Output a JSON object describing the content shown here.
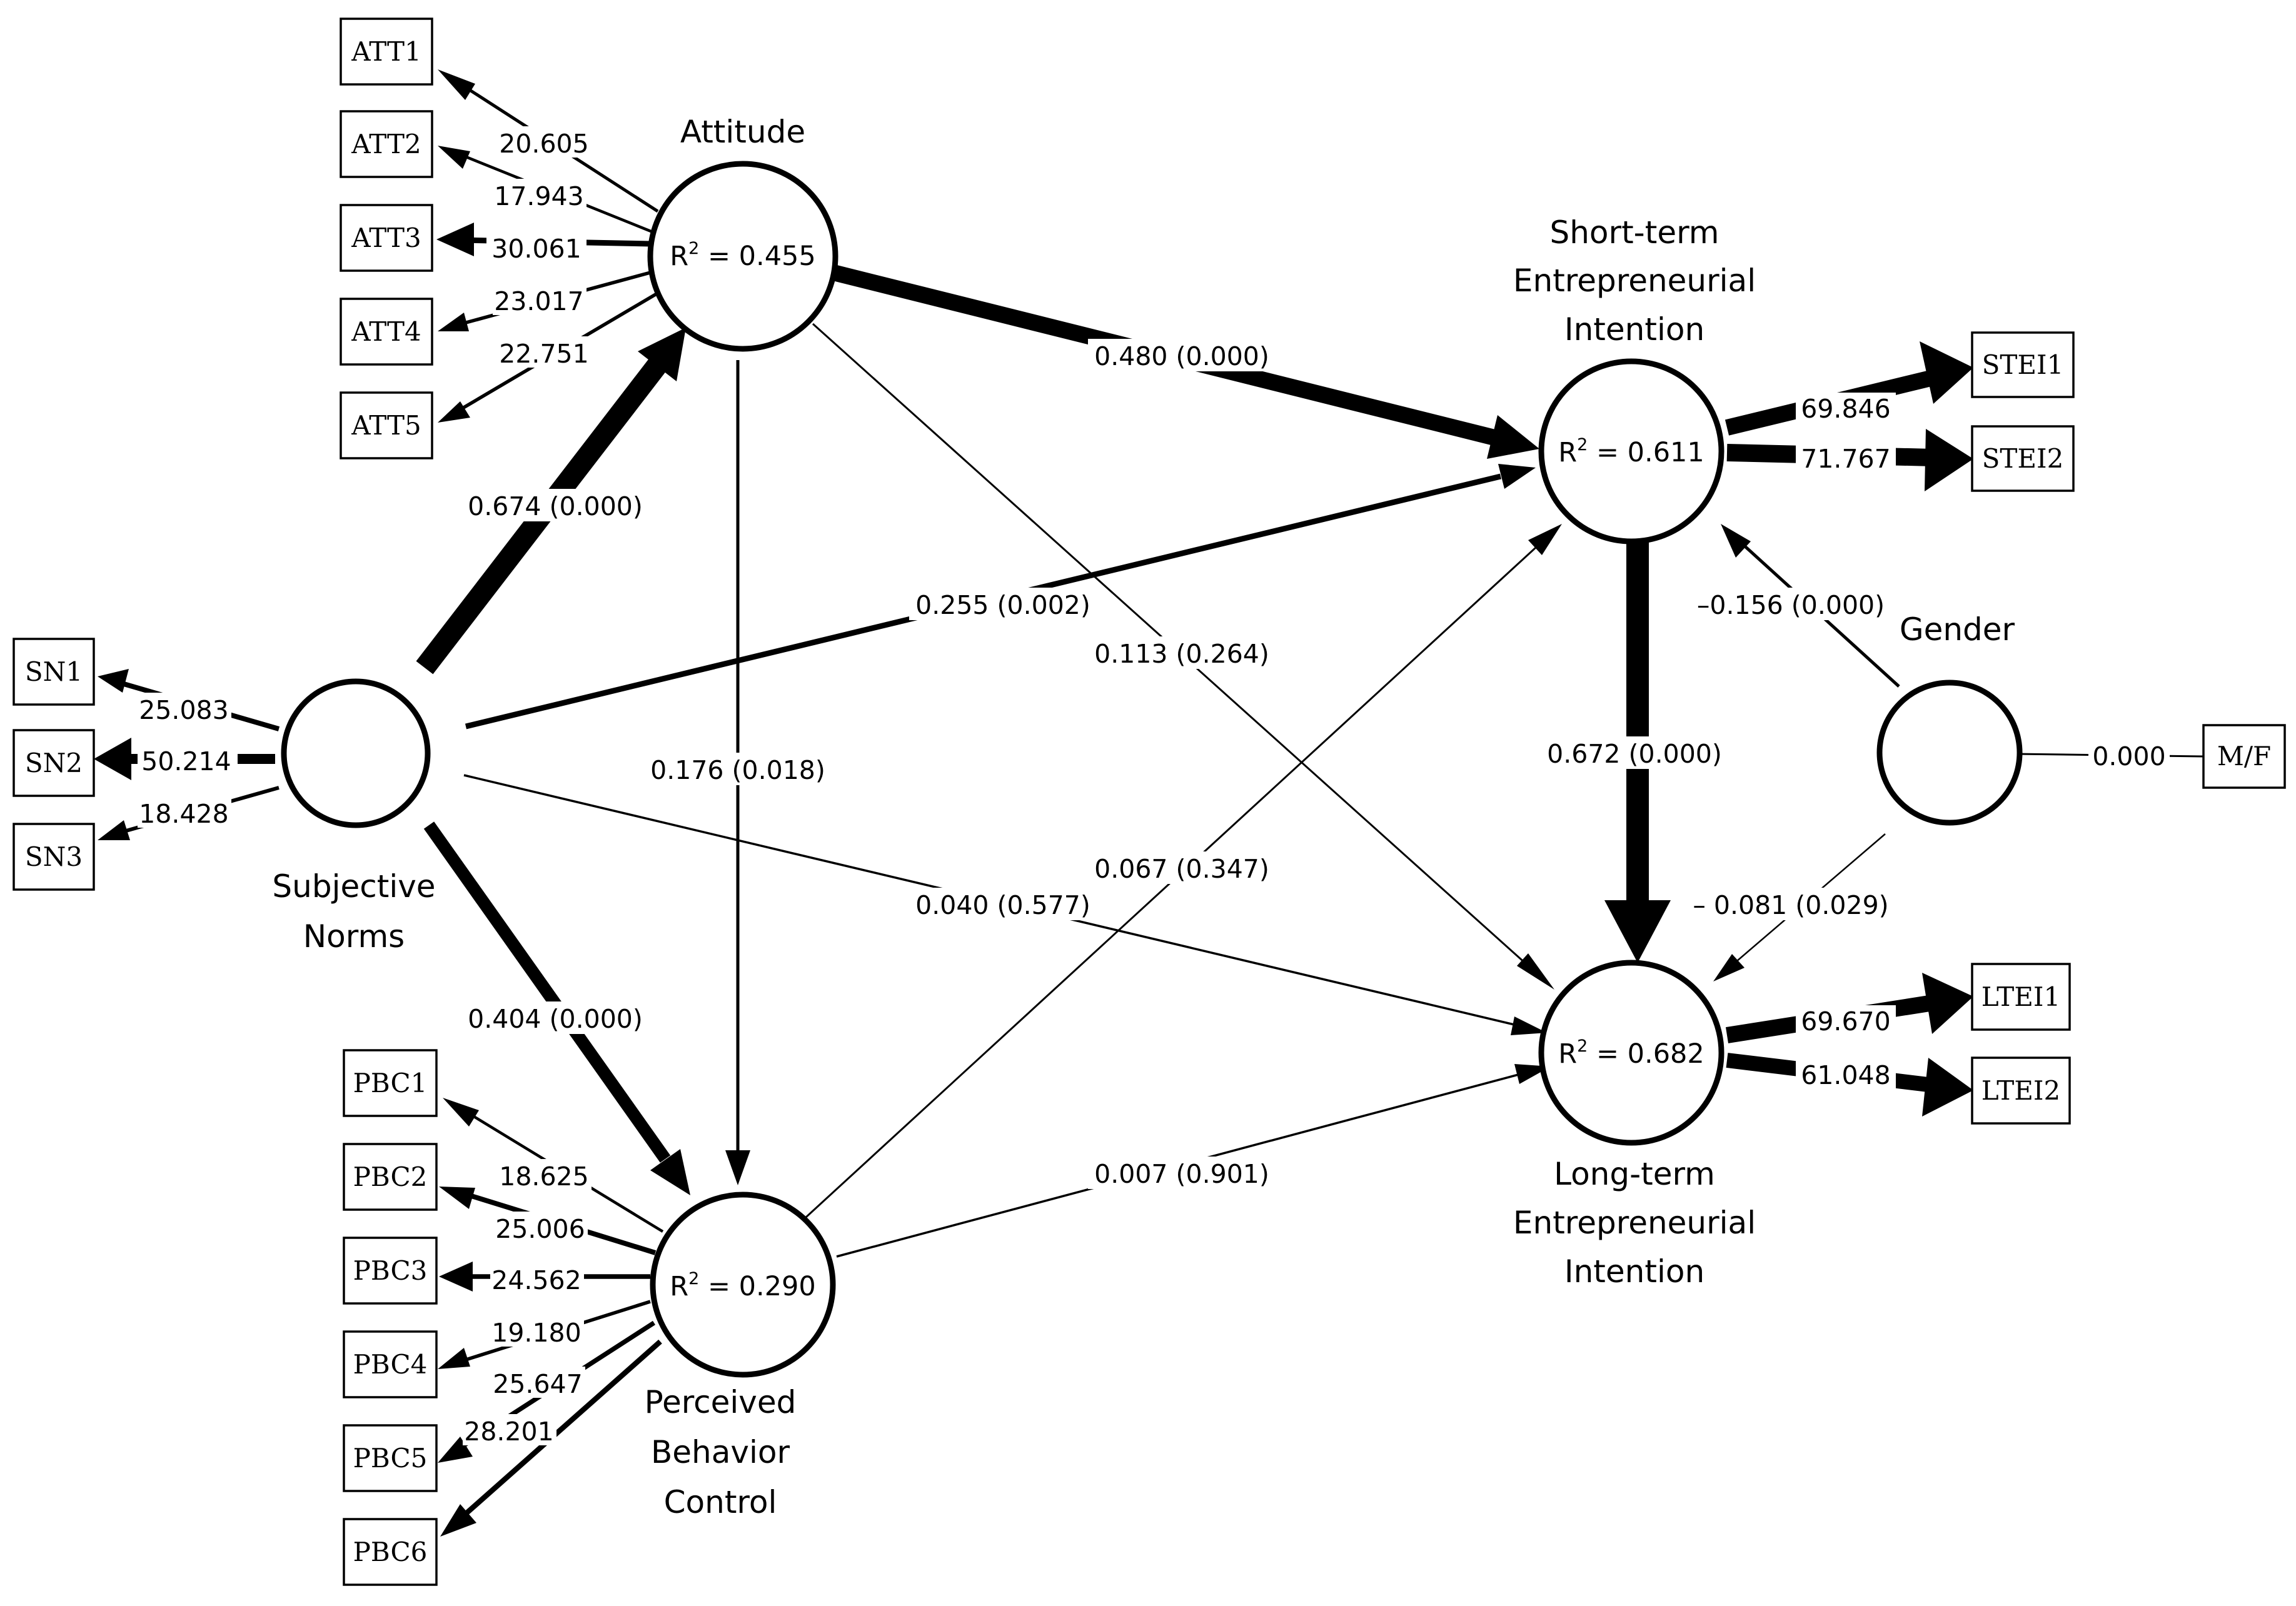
{
  "constructs": {
    "attitude": {
      "name_lines": [
        "Attitude"
      ],
      "r2_label": "R",
      "r2_sup": "2",
      "r2_value": " = 0.455"
    },
    "subjective_norms": {
      "name_lines": [
        "Subjective",
        "Norms"
      ]
    },
    "pbc": {
      "name_lines": [
        "Perceived",
        "Behavior",
        "Control"
      ],
      "r2_label": "R",
      "r2_sup": "2",
      "r2_value": " = 0.290"
    },
    "stei": {
      "name_lines": [
        "Short-term",
        "Entrepreneurial",
        "Intention"
      ],
      "r2_label": "R",
      "r2_sup": "2",
      "r2_value": " = 0.611"
    },
    "ltei": {
      "name_lines": [
        "Long-term",
        "Entrepreneurial",
        "Intention"
      ],
      "r2_label": "R",
      "r2_sup": "2",
      "r2_value": " = 0.682"
    },
    "gender": {
      "name_lines": [
        "Gender"
      ]
    }
  },
  "indicators": {
    "att": [
      {
        "label": "ATT1",
        "loading": "20.605"
      },
      {
        "label": "ATT2",
        "loading": "17.943"
      },
      {
        "label": "ATT3",
        "loading": "30.061"
      },
      {
        "label": "ATT4",
        "loading": "23.017"
      },
      {
        "label": "ATT5",
        "loading": "22.751"
      }
    ],
    "sn": [
      {
        "label": "SN1",
        "loading": "25.083"
      },
      {
        "label": "SN2",
        "loading": "50.214"
      },
      {
        "label": "SN3",
        "loading": "18.428"
      }
    ],
    "pbc": [
      {
        "label": "PBC1",
        "loading": "18.625"
      },
      {
        "label": "PBC2",
        "loading": "25.006"
      },
      {
        "label": "PBC3",
        "loading": "24.562"
      },
      {
        "label": "PBC4",
        "loading": "19.180"
      },
      {
        "label": "PBC5",
        "loading": "25.647"
      },
      {
        "label": "PBC6",
        "loading": "28.201"
      }
    ],
    "stei": [
      {
        "label": "STEI1",
        "loading": "69.846"
      },
      {
        "label": "STEI2",
        "loading": "71.767"
      }
    ],
    "ltei": [
      {
        "label": "LTEI1",
        "loading": "69.670"
      },
      {
        "label": "LTEI2",
        "loading": "61.048"
      }
    ],
    "gender": [
      {
        "label": "M/F",
        "loading": "0.000"
      }
    ]
  },
  "paths": {
    "att_stei": "0.480 (0.000)",
    "sn_att": "0.674 (0.000)",
    "sn_stei": "0.255 (0.002)",
    "att_ltei": "0.113 (0.264)",
    "att_pbc": "0.176 (0.018)",
    "sn_ltei": "0.040 (0.577)",
    "pbc_stei": "0.067 (0.347)",
    "sn_pbc": "0.404 (0.000)",
    "pbc_ltei": "0.007 (0.901)",
    "stei_ltei": "0.672 (0.000)",
    "gender_stei": "–0.156 (0.000)",
    "gender_ltei": "– 0.081 (0.029)"
  }
}
